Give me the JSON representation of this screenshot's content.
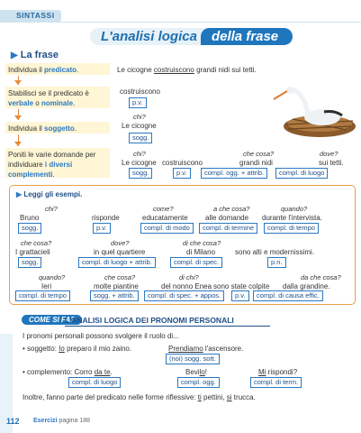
{
  "header": {
    "tab_label": "SINTASSI"
  },
  "title": {
    "part1": "L'analisi logica",
    "part2": "della frase"
  },
  "section": {
    "title": "La frase"
  },
  "steps": [
    {
      "text_pre": "Individua il ",
      "keyword": "predicato",
      "text_post": "."
    },
    {
      "text_pre": "Stabilisci se il predicato è ",
      "keyword": "verbale",
      "mid": " o ",
      "keyword2": "nominale",
      "text_post": "."
    },
    {
      "text_pre": "Individua il ",
      "keyword": "soggetto",
      "text_post": "."
    },
    {
      "text_pre": "Poniti le varie domande per individuare ",
      "keyword": "i diversi complementi",
      "text_post": "."
    }
  ],
  "example_sentence": {
    "pre": "Le cicogne ",
    "underlined": "costruiscono",
    "post": " grandi nidi sui tetti."
  },
  "step2": {
    "word": "costruiscono",
    "label": "p.v."
  },
  "step3": {
    "question": "chi?",
    "word": "Le cicogne",
    "label": "sogg."
  },
  "step4": {
    "q1": "chi?",
    "q2": "che cosa?",
    "q3": "dove?",
    "w1": "Le cicogne",
    "w2": "costruiscono",
    "w3": "grandi nidi",
    "w4": "sui tetti.",
    "l1": "sogg.",
    "l2": "p.v.",
    "l3": "compl. ogg. + attrib.",
    "l4": "compl. di luogo"
  },
  "examples": {
    "title": "Leggi gli esempi.",
    "row1": {
      "q": [
        "chi?",
        "come?",
        "a che cosa?",
        "quando?"
      ],
      "w": [
        "Bruno",
        "risponde",
        "educatamente",
        "alle domande",
        "durante l'intervista."
      ],
      "l": [
        "sogg.",
        "p.v.",
        "compl. di modo",
        "compl. di termine",
        "compl. di tempo"
      ]
    },
    "row2": {
      "q": [
        "che cosa?",
        "dove?",
        "di che cosa?"
      ],
      "w": [
        "I grattacieli",
        "in quel quartiere",
        "di Milano",
        "sono alti e modernissimi."
      ],
      "l": [
        "sogg.",
        "compl. di luogo + attrib.",
        "compl. di spec.",
        "p.n."
      ]
    },
    "row3": {
      "q": [
        "quando?",
        "che cosa?",
        "di chi?",
        "da che cosa?"
      ],
      "w": [
        "Ieri",
        "molte piantine",
        "del nonno Enea",
        "sono state colpite",
        "dalla grandine."
      ],
      "l": [
        "compl. di tempo",
        "sogg. + attrib.",
        "compl. di spec. + appos.",
        "p.v.",
        "compl. di causa effic."
      ]
    }
  },
  "come_si_fa": {
    "tab": "COME SI FA?",
    "title": "L'ANALISI LOGICA DEI PRONOMI PERSONALI",
    "intro": "I pronomi personali possono svolgere il ruolo di...",
    "line1": {
      "bullet": "• soggetto: ",
      "u1": "Io",
      "rest1": " preparo il mio zaino.",
      "u2": "Prendiamo",
      "rest2": " l'ascensore.",
      "label": "(noi) sogg. sott."
    },
    "line2": {
      "bullet": "• complemento: Corro ",
      "u1": "da te",
      "rest1": ".",
      "u2": "Bevi",
      "u2b": "lo",
      "rest2": "!",
      "u3": "Mi",
      "rest3": " rispondi?",
      "l1": "compl. di luogo",
      "l2": "compl. ogg.",
      "l3": "compl. di term."
    },
    "outro_pre": "Inoltre, fanno parte del predicato nelle forme riflessive: ",
    "outro_u1": "ti",
    "outro_mid": " pettini, ",
    "outro_u2": "si",
    "outro_post": " trucca."
  },
  "footer": {
    "page": "112",
    "exercise_label": "Esercizi",
    "exercise_page": "pagina 188"
  },
  "colors": {
    "accent": "#1f76bd",
    "orange": "#e8a04a",
    "yellow": "#fff6d6"
  }
}
